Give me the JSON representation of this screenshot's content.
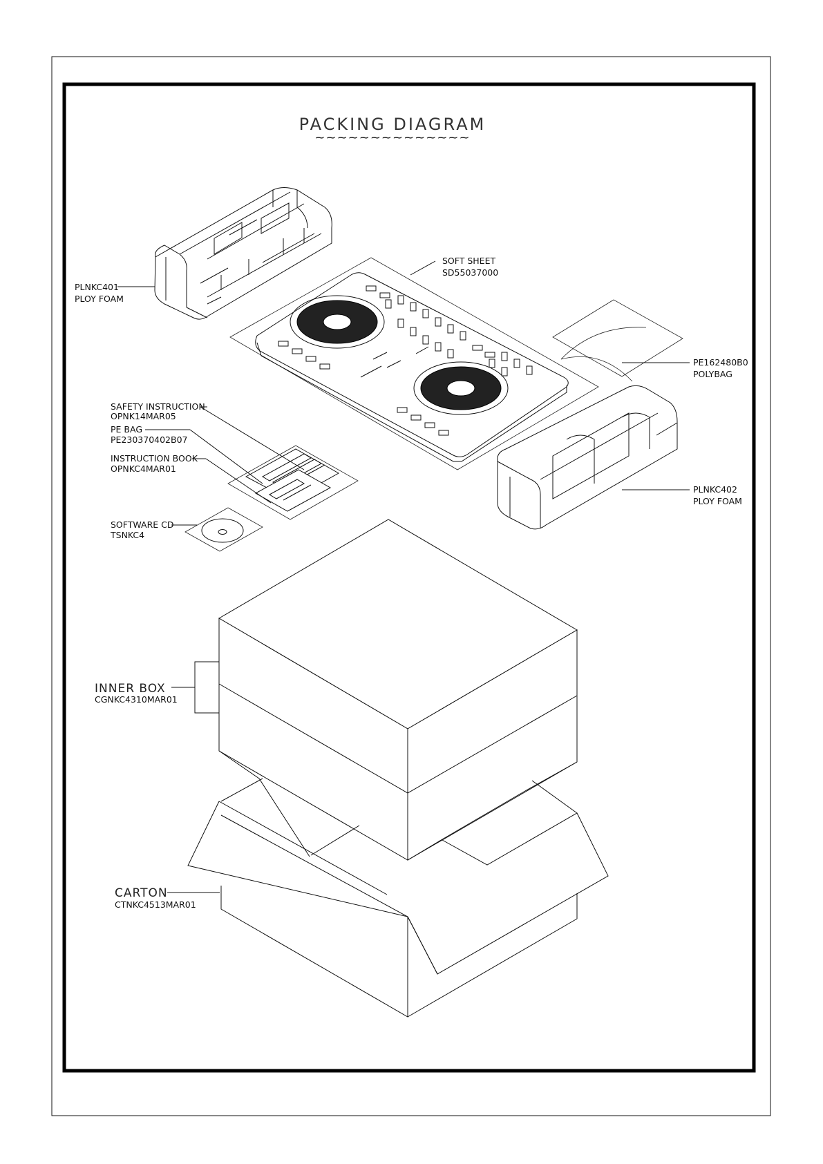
{
  "title": "PACKING DIAGRAM",
  "title_underline": "~~~~~~~~~~~~~~",
  "callouts": {
    "foam_left": {
      "code": "PLNKC401",
      "desc": "PLOY FOAM"
    },
    "soft_sheet": {
      "name": "SOFT SHEET",
      "code": "SD55037000"
    },
    "polybag": {
      "code": "PE162480B0",
      "desc": "POLYBAG"
    },
    "safety": {
      "name": "SAFETY INSTRUCTION",
      "code": "OPNK14MAR05"
    },
    "pe_bag": {
      "name": "PE BAG",
      "code": "PE230370402B07"
    },
    "instruction": {
      "name": "INSTRUCTION BOOK",
      "code": "OPNKC4MAR01"
    },
    "foam_right": {
      "code": "PLNKC402",
      "desc": "PLOY FOAM"
    },
    "software_cd": {
      "name": "SOFTWARE CD",
      "code": "TSNKC4"
    },
    "inner_box": {
      "name": "INNER BOX",
      "code": "CGNKC4310MAR01"
    },
    "carton": {
      "name": "CARTON",
      "code": "CTNKC4513MAR01"
    }
  }
}
